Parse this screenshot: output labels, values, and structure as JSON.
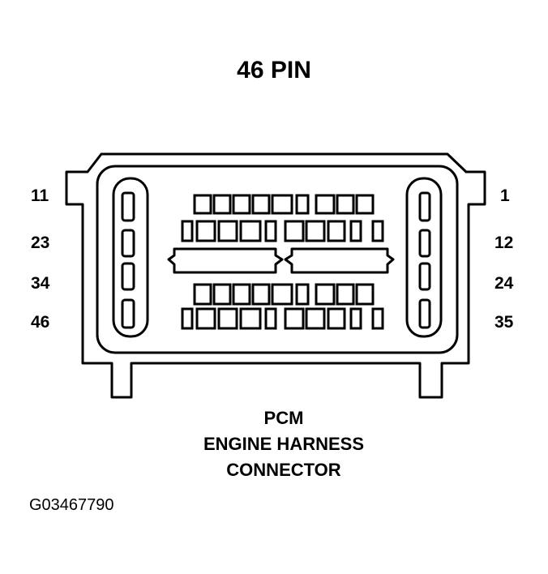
{
  "title": "46 PIN",
  "pin_labels": {
    "left": [
      "11",
      "23",
      "34",
      "46"
    ],
    "right": [
      "1",
      "12",
      "24",
      "35"
    ]
  },
  "caption": {
    "line1": "PCM",
    "line2": "ENGINE HARNESS",
    "line3": "CONNECTOR"
  },
  "figure_id": "G03467790"
}
